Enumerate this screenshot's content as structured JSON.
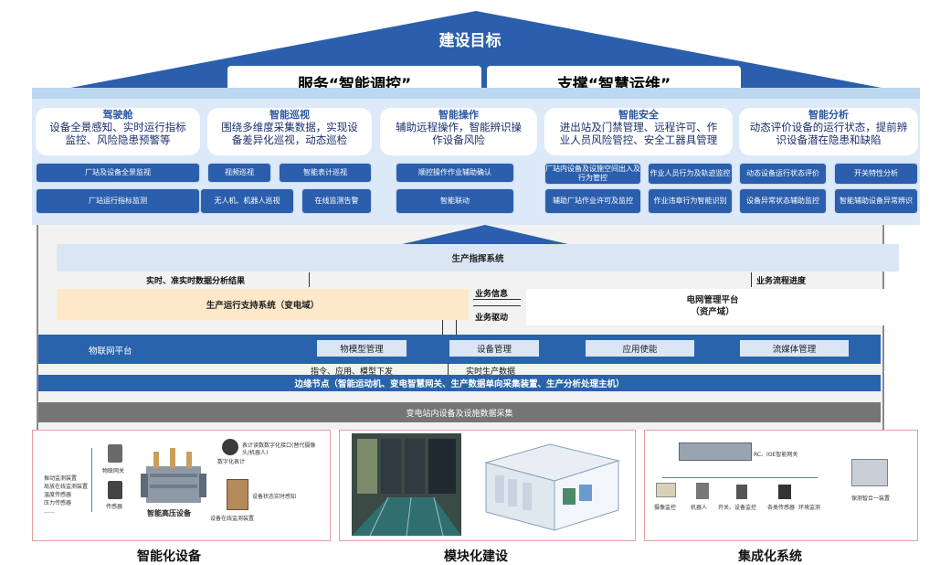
{
  "roof": {
    "title": "建设目标",
    "left_goal": "服务“智能调控”",
    "right_goal": "支撑“智慧运维”"
  },
  "categories": [
    {
      "title": "驾驶舱",
      "desc_1": "设备全景感知、实时运行指标",
      "desc_2": "监控、风险隐患预警等",
      "items": [
        "厂站及设备全景监视",
        "厂站运行指标监测"
      ]
    },
    {
      "title": "智能巡视",
      "desc_1": "围绕多维度采集数据，实现设",
      "desc_2": "备差异化巡视，动态巡检",
      "items": [
        "视频巡视",
        "智能表计巡视",
        "无人机、机器人巡视",
        "在线监测告警"
      ]
    },
    {
      "title": "智能操作",
      "desc_1": "辅助远程操作，智能辨识操",
      "desc_2": "作设备风险",
      "items": [
        "顺控操作作业辅助确认",
        "智能联动"
      ]
    },
    {
      "title": "智能安全",
      "desc_1": "进出站及门禁管理、远程许可、作",
      "desc_2": "业人员风险管控、安全工器具管理",
      "items": [
        "厂站内设备及设施空间出入及行为管控",
        "作业人员行为及轨迹监控",
        "辅助厂站作业许可及监控",
        "作业违章行为智能识别"
      ]
    },
    {
      "title": "智能分析",
      "desc_1": "动态评价设备的运行状态，提前辨",
      "desc_2": "识设备潜在隐患和缺陷",
      "items": [
        "动态设备运行状态评价",
        "开关特性分析",
        "设备异常状态辅助监控",
        "智能辅助设备异常辨识"
      ]
    }
  ],
  "mid": {
    "production_command": "生产指挥系统",
    "realtime_results": "实时、准实时数据分析结果",
    "business_progress": "业务流程进度",
    "ops_support": "生产运行支持系统（变电域）",
    "business_info": "业务信息",
    "business_drive": "业务驱动",
    "grid_mgmt_1": "电网管理平台",
    "grid_mgmt_2": "（资产域）",
    "iot_platform": "物联网平台",
    "iot_cells": [
      "物模型管理",
      "设备管理",
      "应用使能",
      "流媒体管理"
    ],
    "command_down": "指令、应用、模型下发",
    "realtime_prod_data": "实时生产数据",
    "edge_nodes": "边缘节点（智能运动机、变电智慧网关、生产数据单向采集装置、生产分析处理主机）",
    "station_collect": "变电站内设备及设施数据采集"
  },
  "bottom": {
    "left_labels": [
      "智能高压设备",
      "表计读数数字化接口(替代摄像头/机器人)",
      "数字化表计",
      "设备状态实时感知",
      "设备在线监测装置",
      "传感器",
      "物联网关"
    ],
    "left_sensors": [
      "振动监测装置",
      "局放在线监测装置",
      "温度传感器",
      "压力传感器",
      "……"
    ],
    "right_labels": [
      "RC、IOE智能网关",
      "摄像监控",
      "机器人",
      "开关、设备监控",
      "各类传感器",
      "环境监测",
      "保测智合一装置"
    ],
    "footers": [
      "智能化设备",
      "模块化建设",
      "集成化系统"
    ]
  }
}
